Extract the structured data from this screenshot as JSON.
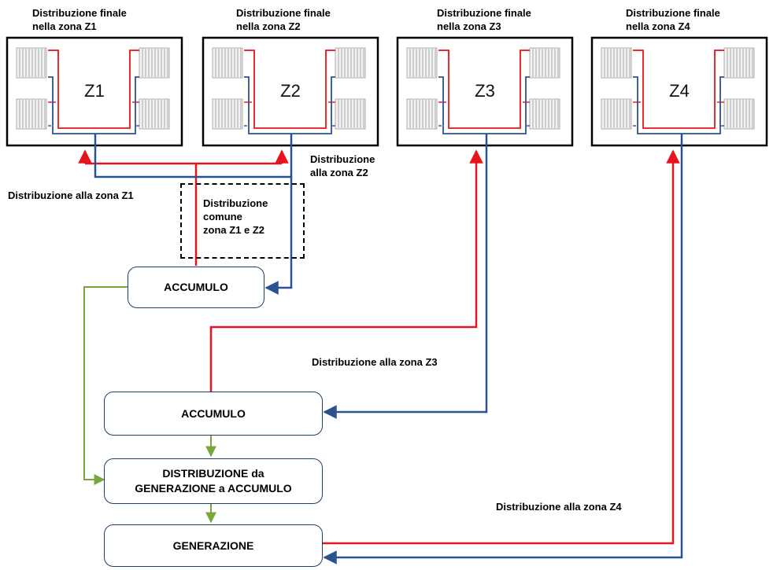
{
  "zones": [
    {
      "id": "Z1",
      "title_line1": "Distribuzione finale",
      "title_line2": "nella zona Z1",
      "label": "Z1"
    },
    {
      "id": "Z2",
      "title_line1": "Distribuzione finale",
      "title_line2": "nella zona Z2",
      "label": "Z2"
    },
    {
      "id": "Z3",
      "title_line1": "Distribuzione finale",
      "title_line2": "nella zona Z3",
      "label": "Z3"
    },
    {
      "id": "Z4",
      "title_line1": "Distribuzione finale",
      "title_line2": "nella zona Z4",
      "label": "Z4"
    }
  ],
  "labels": {
    "dist_z1": "Distribuzione alla zona Z1",
    "dist_z2_line1": "Distribuzione",
    "dist_z2_line2": "alla zona Z2",
    "common_line1": "Distribuzione",
    "common_line2": "comune",
    "common_line3": "zona Z1 e Z2",
    "dist_z3": "Distribuzione alla zona Z3",
    "dist_z4": "Distribuzione alla zona Z4"
  },
  "nodes": {
    "accumulo_top": "ACCUMULO",
    "accumulo_mid": "ACCUMULO",
    "distribuzione_line1": "DISTRIBUZIONE da",
    "distribuzione_line2": "GENERAZIONE a ACCUMULO",
    "generazione": "GENERAZIONE"
  },
  "colors": {
    "supply": "#e8141b",
    "return": "#2a5290",
    "feed": "#7aa63c",
    "box_border": "#1f3e6e"
  }
}
